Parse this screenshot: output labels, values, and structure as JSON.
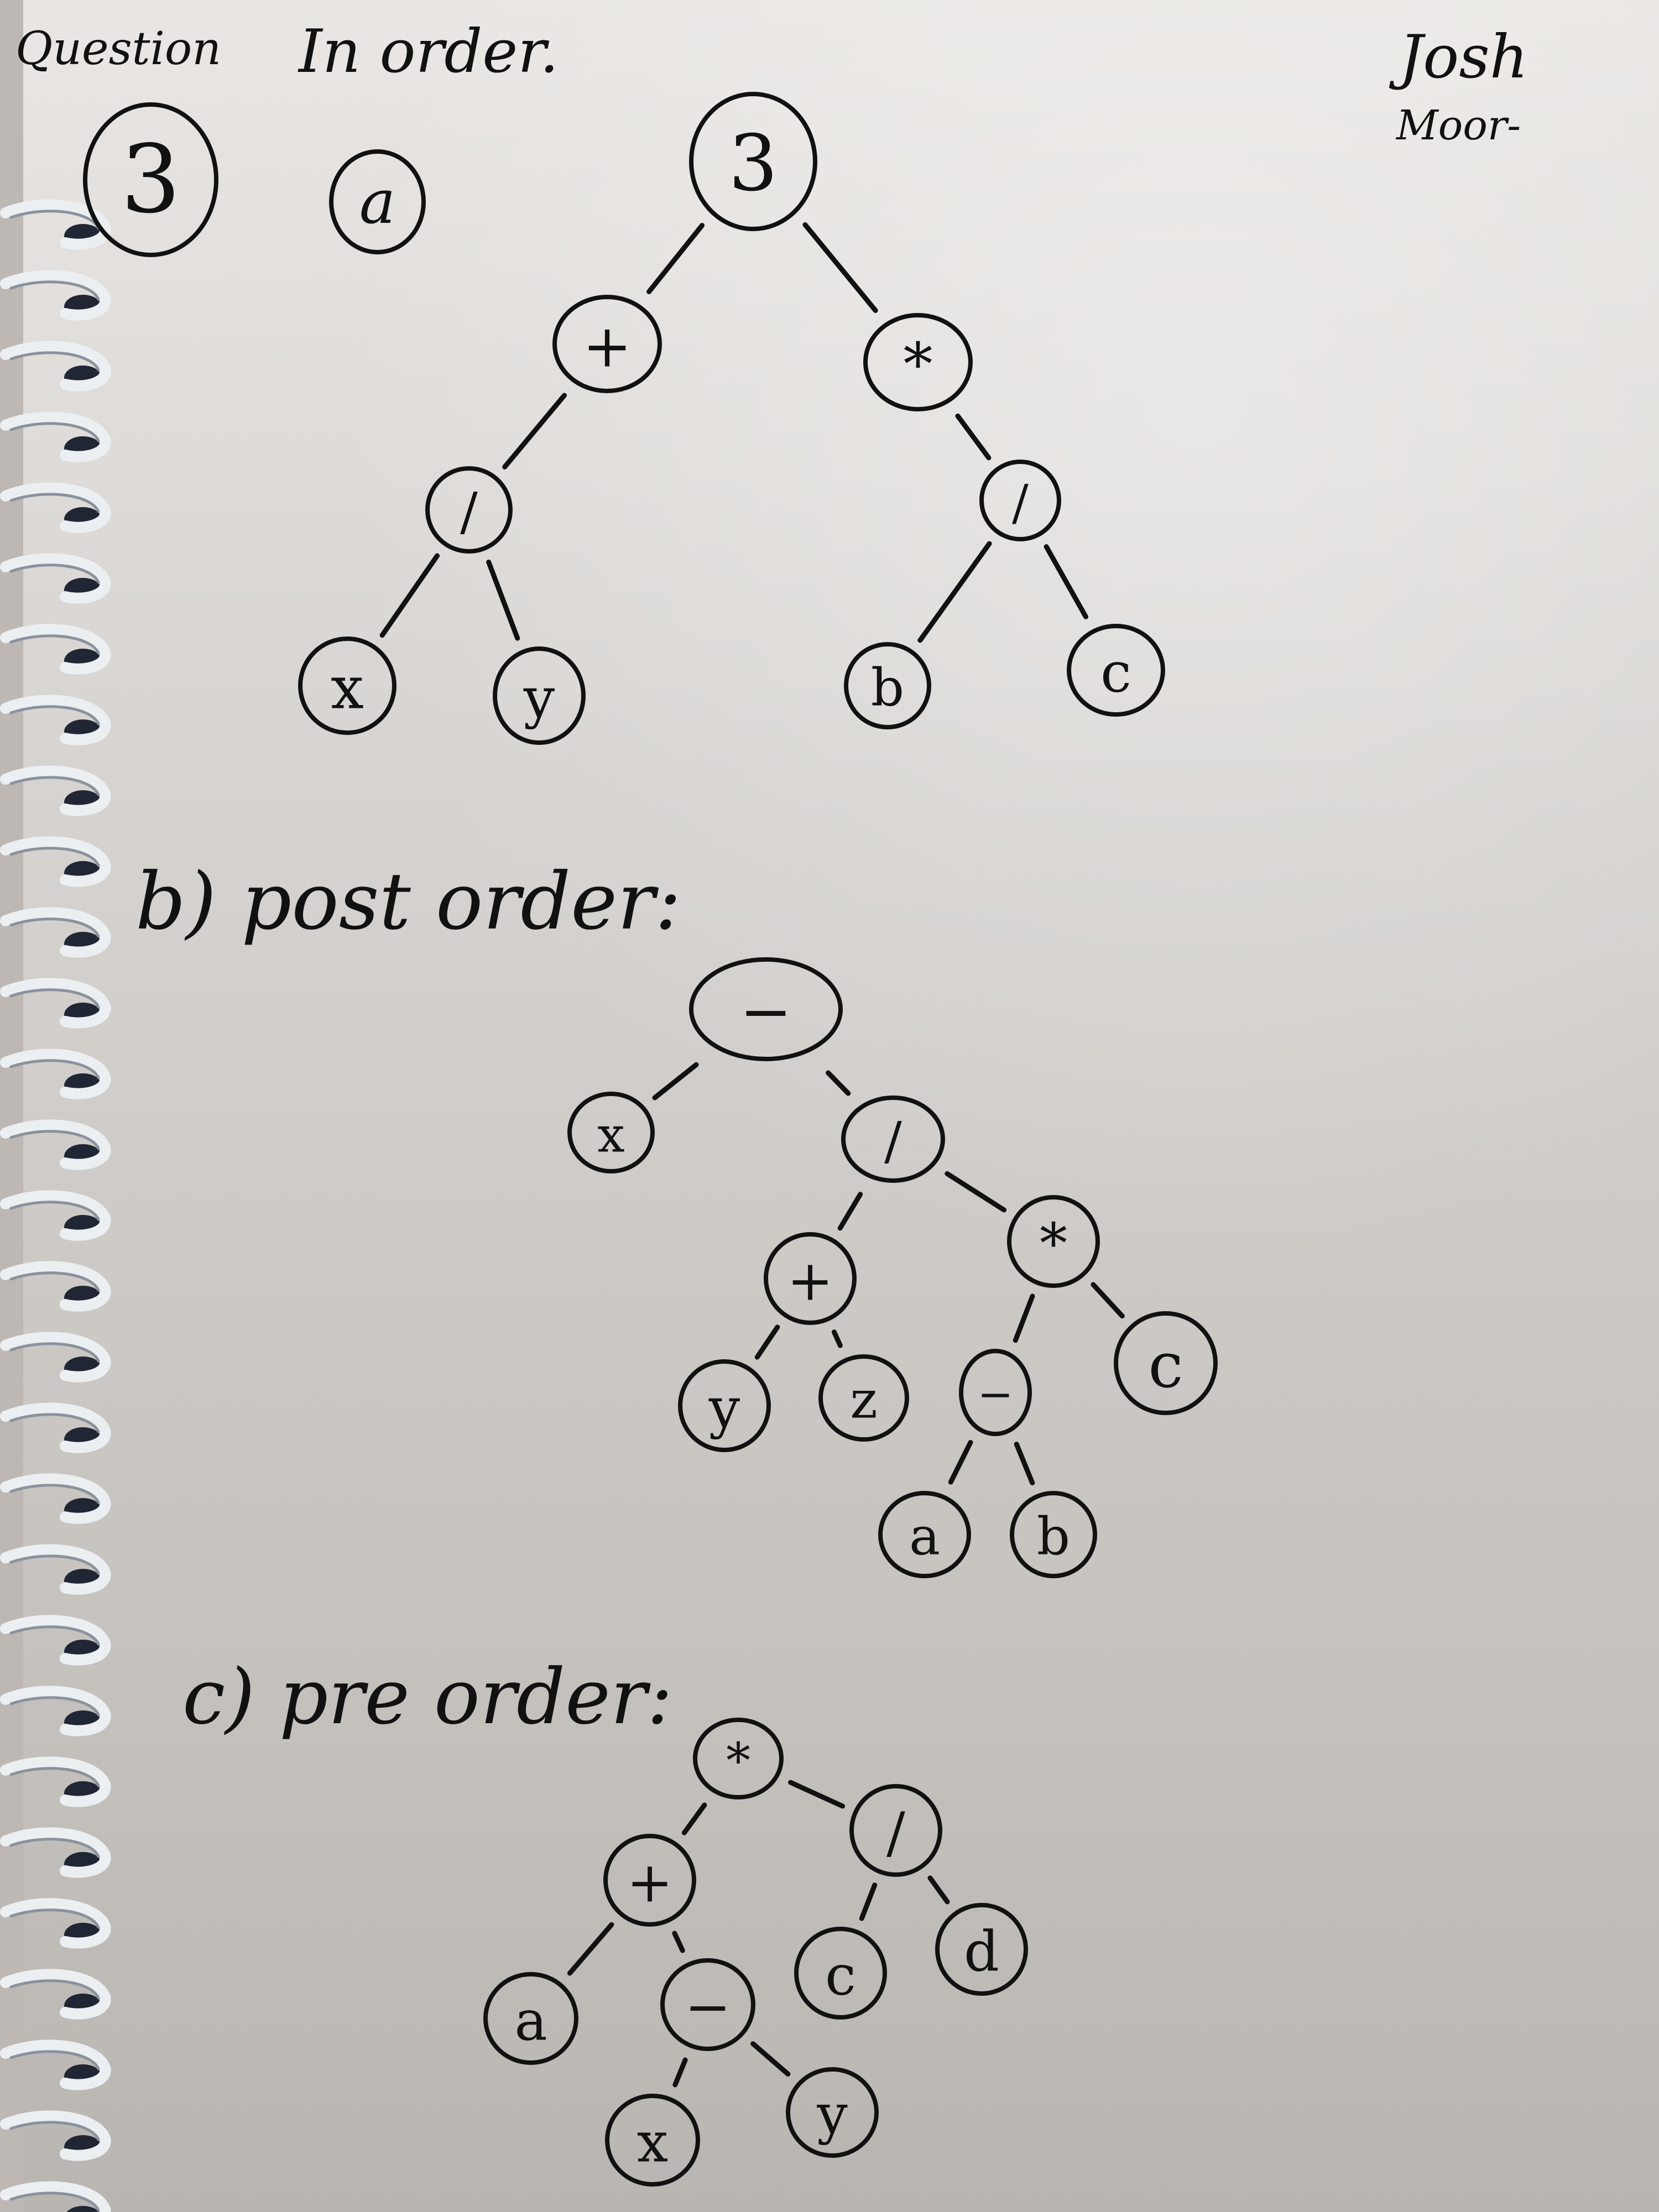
{
  "header": {
    "question_label": "Question",
    "question_number": "3",
    "name_line1": "Josh",
    "name_line2": "Moor-"
  },
  "parts": [
    {
      "letter": "a",
      "label": "In order.",
      "nodes": [
        {
          "id": "a_root",
          "label": "3"
        },
        {
          "id": "a_plus",
          "label": "+"
        },
        {
          "id": "a_times",
          "label": "*"
        },
        {
          "id": "a_div1",
          "label": "/"
        },
        {
          "id": "a_div2",
          "label": "/"
        },
        {
          "id": "a_x",
          "label": "x"
        },
        {
          "id": "a_y",
          "label": "y"
        },
        {
          "id": "a_b",
          "label": "b"
        },
        {
          "id": "a_c",
          "label": "c"
        }
      ],
      "edges": [
        [
          "a_root",
          "a_plus"
        ],
        [
          "a_root",
          "a_times"
        ],
        [
          "a_plus",
          "a_div1"
        ],
        [
          "a_div1",
          "a_x"
        ],
        [
          "a_div1",
          "a_y"
        ],
        [
          "a_times",
          "a_div2"
        ],
        [
          "a_div2",
          "a_b"
        ],
        [
          "a_div2",
          "a_c"
        ]
      ]
    },
    {
      "letter": "b",
      "label": "b) post order:",
      "nodes": [
        {
          "id": "b_root",
          "label": "−"
        },
        {
          "id": "b_x",
          "label": "x"
        },
        {
          "id": "b_div",
          "label": "/"
        },
        {
          "id": "b_plus",
          "label": "+"
        },
        {
          "id": "b_times",
          "label": "*"
        },
        {
          "id": "b_y",
          "label": "y"
        },
        {
          "id": "b_z",
          "label": "z"
        },
        {
          "id": "b_minus",
          "label": "−"
        },
        {
          "id": "b_c",
          "label": "c"
        },
        {
          "id": "b_a",
          "label": "a"
        },
        {
          "id": "b_b",
          "label": "b"
        }
      ],
      "edges": [
        [
          "b_root",
          "b_x"
        ],
        [
          "b_root",
          "b_div"
        ],
        [
          "b_div",
          "b_plus"
        ],
        [
          "b_div",
          "b_times"
        ],
        [
          "b_plus",
          "b_y"
        ],
        [
          "b_plus",
          "b_z"
        ],
        [
          "b_times",
          "b_minus"
        ],
        [
          "b_times",
          "b_c"
        ],
        [
          "b_minus",
          "b_a"
        ],
        [
          "b_minus",
          "b_b"
        ]
      ]
    },
    {
      "letter": "c",
      "label": "c) pre order:",
      "nodes": [
        {
          "id": "c_root",
          "label": "*"
        },
        {
          "id": "c_plus",
          "label": "+"
        },
        {
          "id": "c_div",
          "label": "/"
        },
        {
          "id": "c_a",
          "label": "a"
        },
        {
          "id": "c_minus",
          "label": "−"
        },
        {
          "id": "c_c",
          "label": "c"
        },
        {
          "id": "c_d",
          "label": "d"
        },
        {
          "id": "c_x",
          "label": "x"
        },
        {
          "id": "c_y",
          "label": "y"
        }
      ],
      "edges": [
        [
          "c_root",
          "c_plus"
        ],
        [
          "c_root",
          "c_div"
        ],
        [
          "c_plus",
          "c_a"
        ],
        [
          "c_plus",
          "c_minus"
        ],
        [
          "c_minus",
          "c_x"
        ],
        [
          "c_minus",
          "c_y"
        ],
        [
          "c_div",
          "c_c"
        ],
        [
          "c_div",
          "c_d"
        ]
      ]
    }
  ]
}
